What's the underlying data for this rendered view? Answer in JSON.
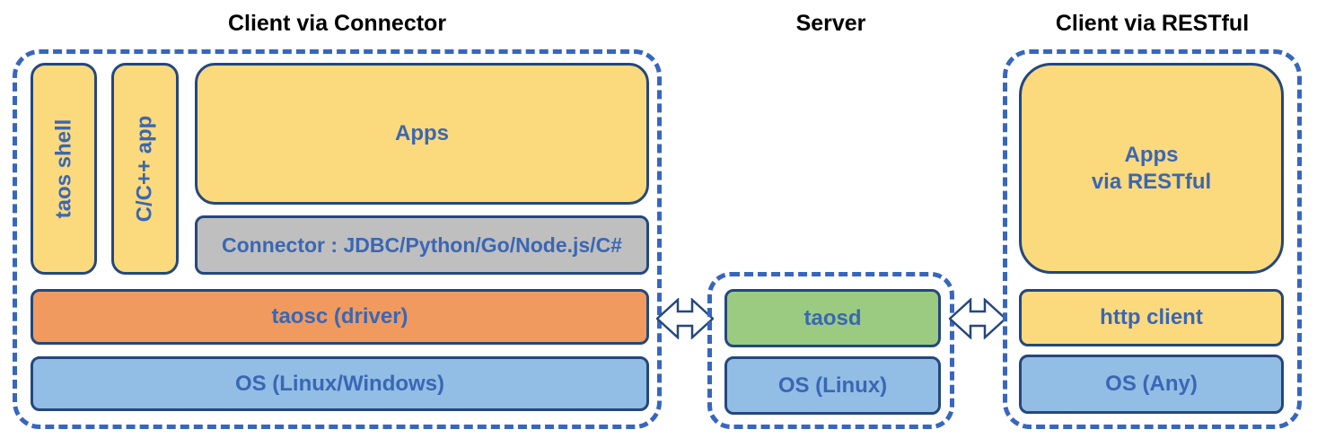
{
  "titles": {
    "left": "Client via Connector",
    "middle": "Server",
    "right": "Client via RESTful"
  },
  "client_connector": {
    "taos_shell": "taos shell",
    "cpp_app": "C/C++ app",
    "apps": "Apps",
    "connector": "Connector : JDBC/Python/Go/Node.js/C#",
    "taosc": "taosc (driver)",
    "os": "OS (Linux/Windows)"
  },
  "server": {
    "taosd": "taosd",
    "os": "OS (Linux)"
  },
  "client_restful": {
    "apps": "Apps\nvia RESTful",
    "http_client": "http client",
    "os": "OS (Any)"
  },
  "icons": {
    "arrow_left": "double-headed-arrow",
    "arrow_right": "double-headed-arrow"
  },
  "colors": {
    "yellow": "#FBD97D",
    "gray": "#BFBFBF",
    "orange": "#F09A60",
    "blue": "#92BDE5",
    "green": "#9ACB80",
    "label_blue": "#3A67B4",
    "box_border": "#24477E",
    "dashed_border": "#3766BE",
    "title_black": "#000000"
  }
}
